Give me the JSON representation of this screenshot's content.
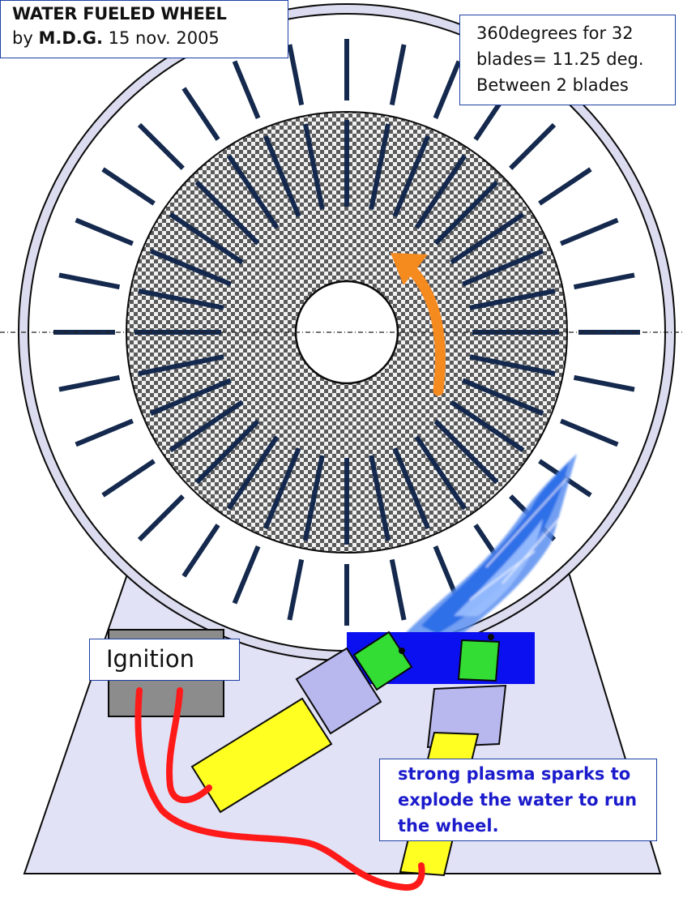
{
  "title": {
    "line1": "WATER FUELED WHEEL",
    "by": "by",
    "author": "M.D.G.",
    "date": "15 nov. 2005"
  },
  "note_angle": {
    "line1": "360degrees for 32",
    "line2": "blades= 11.25 deg.",
    "line3": "Between 2 blades"
  },
  "ignition_label": "Ignition",
  "note_plasma": {
    "line1": "strong plasma sparks to",
    "line2": "explode the water to run",
    "line3": "the wheel."
  },
  "blade_count": 32,
  "colors": {
    "outline": "#0a0a0a",
    "blade": "#14294d",
    "rim_fill": "#dcdcf0",
    "base_fill": "#e2e2f6",
    "arrow": "#f58a1f",
    "ignition_box": "#8c8c8c",
    "wire": "#ff1a1a",
    "manifold": "#0a10f0",
    "nozzle": "#33dd33",
    "connector": "#b8b8ee",
    "igniter": "#ffff22",
    "water_spray": "#2f6fe8",
    "label_border": "#1c3fa5",
    "plasma_text": "#1b1bcc"
  }
}
